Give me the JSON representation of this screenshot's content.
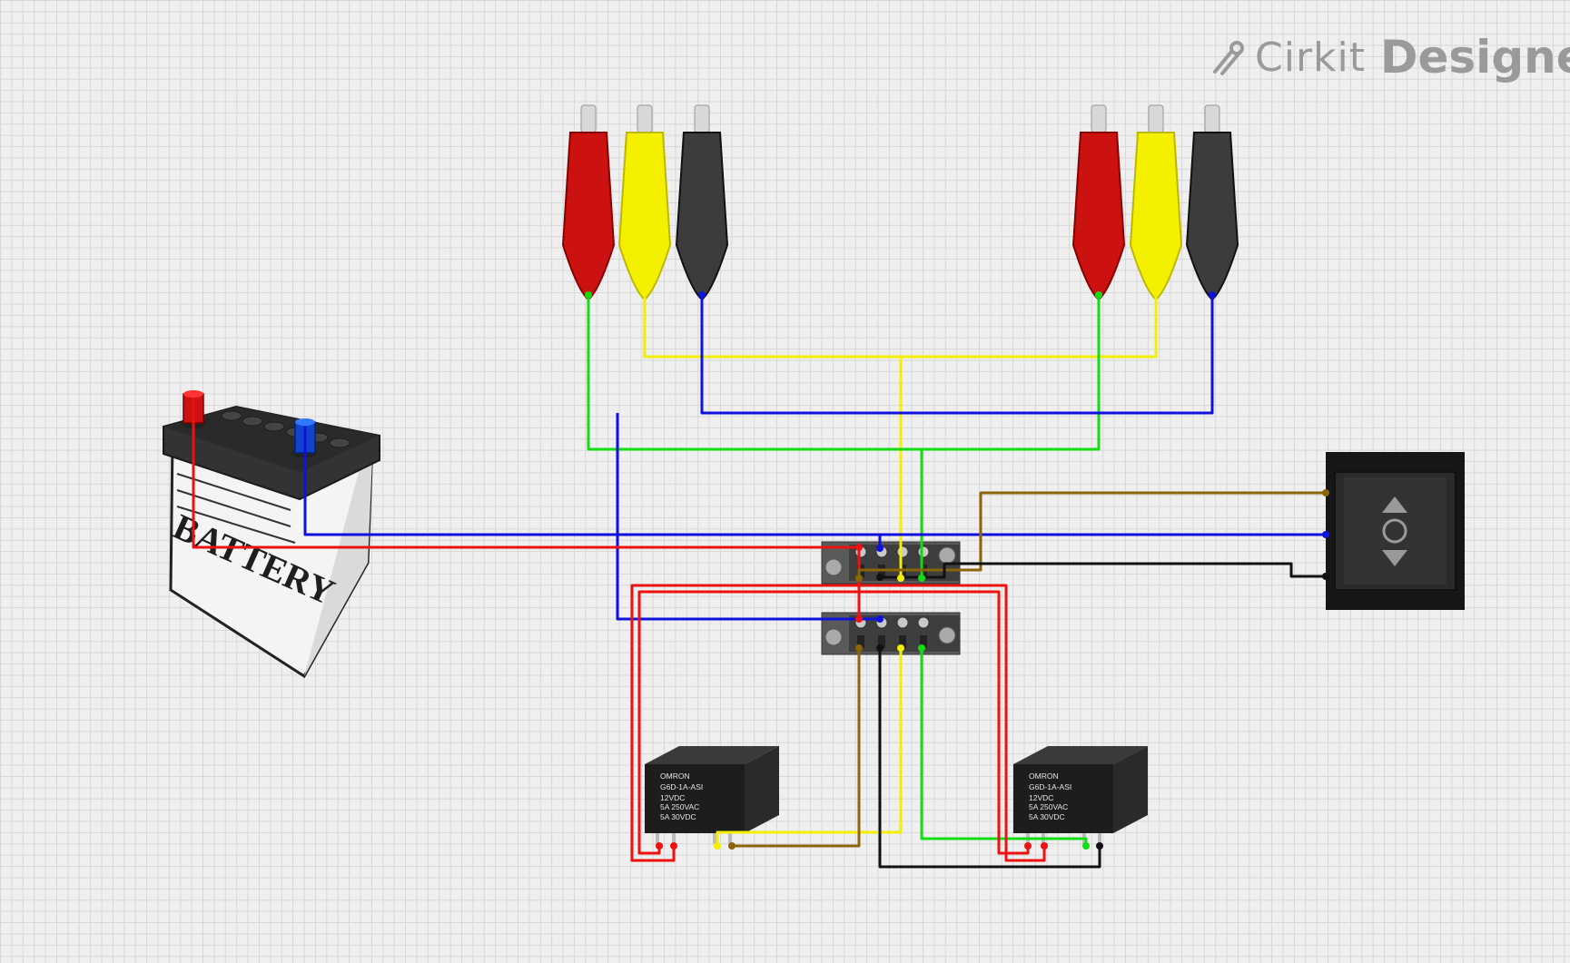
{
  "logo": {
    "word1": "Cirkit",
    "word2": "Designer",
    "icon": "cirkit-logo-icon"
  },
  "battery": {
    "label": "BATTERY"
  },
  "relays": [
    {
      "lines": [
        "OMRON",
        "G6D-1A-ASI",
        "12VDC",
        "5A 250VAC",
        "5A 30VDC"
      ]
    },
    {
      "lines": [
        "OMRON",
        "G6D-1A-ASI",
        "12VDC",
        "5A 250VAC",
        "5A 30VDC"
      ]
    }
  ],
  "rocker_switch": {
    "icons": [
      "up-arrow-icon",
      "off-circle-icon",
      "down-arrow-icon"
    ]
  },
  "wire_colors": {
    "red": "#ee1111",
    "yellow": "#f4ee00",
    "blue": "#1111dd",
    "green": "#11dd11",
    "black": "#111111",
    "brown": "#8b6508"
  }
}
